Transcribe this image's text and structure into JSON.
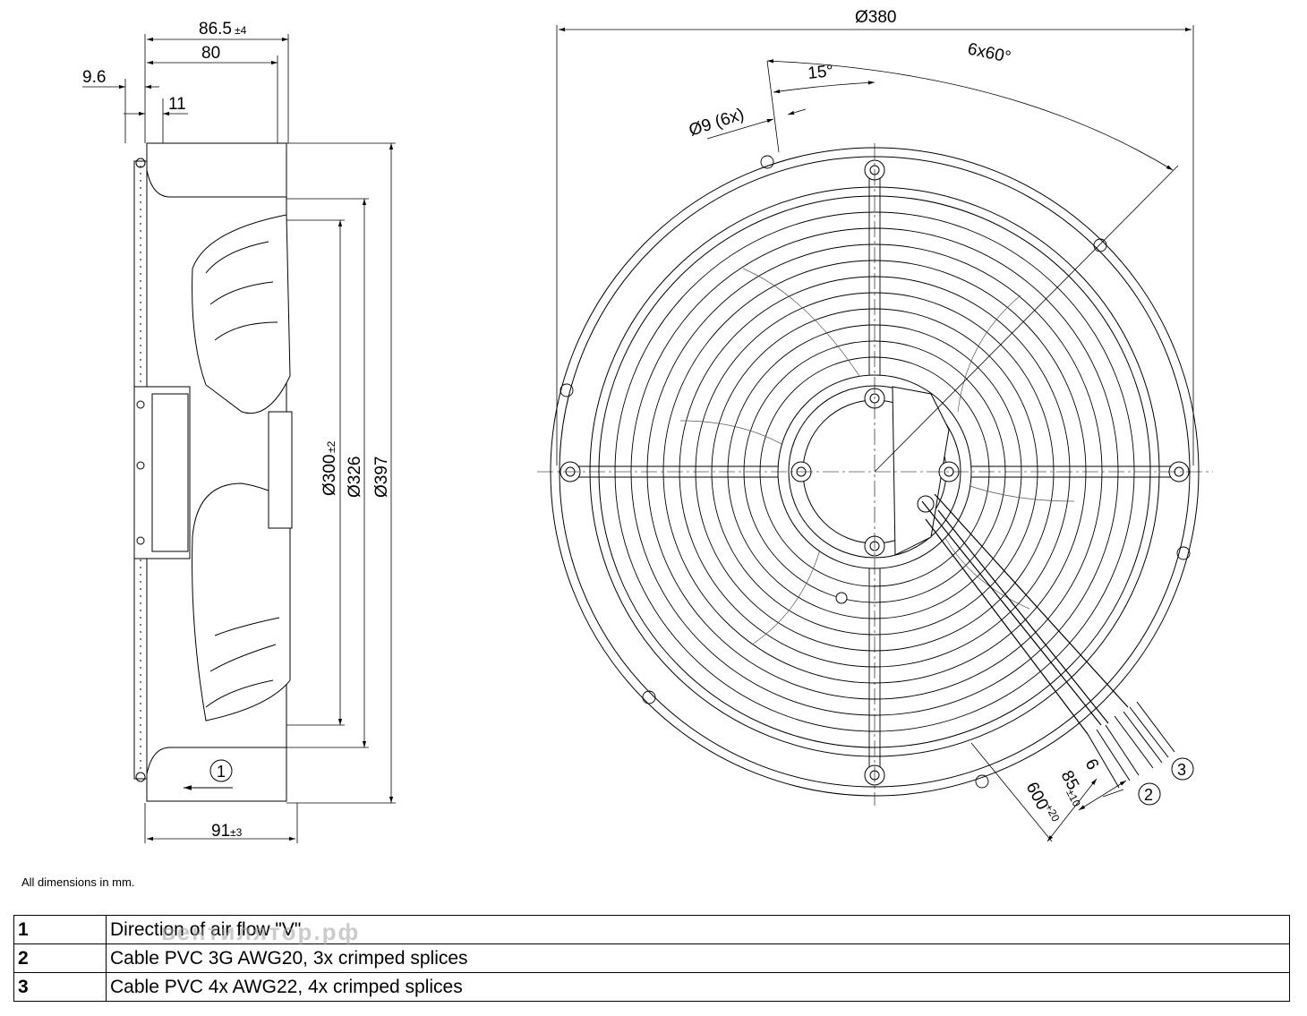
{
  "dimensions": {
    "side_width_total": "86.5",
    "side_width_total_tol": "±4",
    "side_width_inner": "80",
    "flange_offset": "9.6",
    "flange_thickness": "11",
    "dia_300": "Ø300",
    "dia_300_tol": "±2",
    "dia_326": "Ø326",
    "dia_397": "Ø397",
    "depth_91": "91",
    "depth_91_tol": "±3",
    "dia_380": "Ø380",
    "hole_pattern": "6x60°",
    "angle_15": "15°",
    "hole_dia": "Ø9 (6x)",
    "cable_600": "600",
    "cable_600_tol": "+20",
    "cable_85": "85",
    "cable_85_tol": "±10",
    "cable_6": "6"
  },
  "callouts": [
    "1",
    "2",
    "3"
  ],
  "note": "All dimensions in mm.",
  "legend": [
    {
      "num": "1",
      "text": "Direction of air flow \"V\""
    },
    {
      "num": "2",
      "text": "Cable PVC 3G AWG20, 3x crimped splices"
    },
    {
      "num": "3",
      "text": "Cable PVC 4x AWG22, 4x crimped splices"
    }
  ],
  "watermark": "вентилятор.рф"
}
